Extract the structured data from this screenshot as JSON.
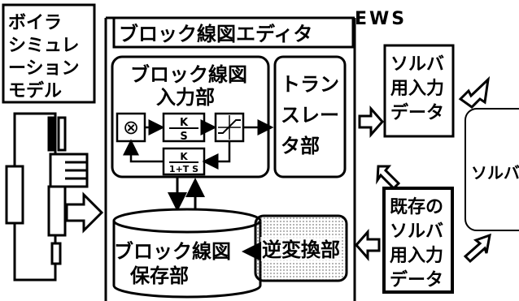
{
  "model": {
    "line1": "ボイラ",
    "line2": "シミュレ",
    "line3": "ーション",
    "line4": "モデル"
  },
  "ews_label": "EWS",
  "editor": {
    "title": "ブロック線図エディタ",
    "input_unit": {
      "line1": "ブロック線図",
      "line2": "入力部"
    },
    "translator": {
      "line1": "トラン",
      "line2": "スレー",
      "line3": "タ部"
    },
    "storage": {
      "line1": "ブロック線図",
      "line2": "保存部"
    },
    "inverse": "逆変換部"
  },
  "blocks": {
    "summer": "⊗",
    "integrator": {
      "num": "K",
      "den": "S"
    },
    "limiter": "",
    "feedback": {
      "num": "K",
      "den": "1+T S"
    }
  },
  "solver_input": {
    "line1": "ソルバ",
    "line2": "用入力",
    "line3": "データ"
  },
  "existing_input": {
    "line1": "既存の",
    "line2": "ソルバ",
    "line3": "用入力",
    "line4": "データ"
  },
  "solver": "ソルバ"
}
